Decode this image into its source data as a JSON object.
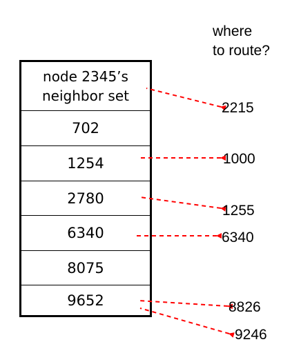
{
  "question": {
    "line1": "where",
    "line2": "to route?"
  },
  "table": {
    "header_line1": "node 2345’s",
    "header_line2": "neighbor set",
    "entries": [
      "702",
      "1254",
      "2780",
      "6340",
      "8075",
      "9652"
    ]
  },
  "queries": [
    {
      "id": "2215",
      "label": "2215",
      "target": "header"
    },
    {
      "id": "1000",
      "label": "1000",
      "target": "1254"
    },
    {
      "id": "1255",
      "label": "1255",
      "target": "2780"
    },
    {
      "id": "6340",
      "label": "6340",
      "target": "6340"
    },
    {
      "id": "8826",
      "label": "8826",
      "target": "9652"
    },
    {
      "id": "9246",
      "label": "9246",
      "target": "9652"
    }
  ],
  "colors": {
    "arrow": "#ff0000",
    "text": "#000000",
    "border": "#000000"
  }
}
